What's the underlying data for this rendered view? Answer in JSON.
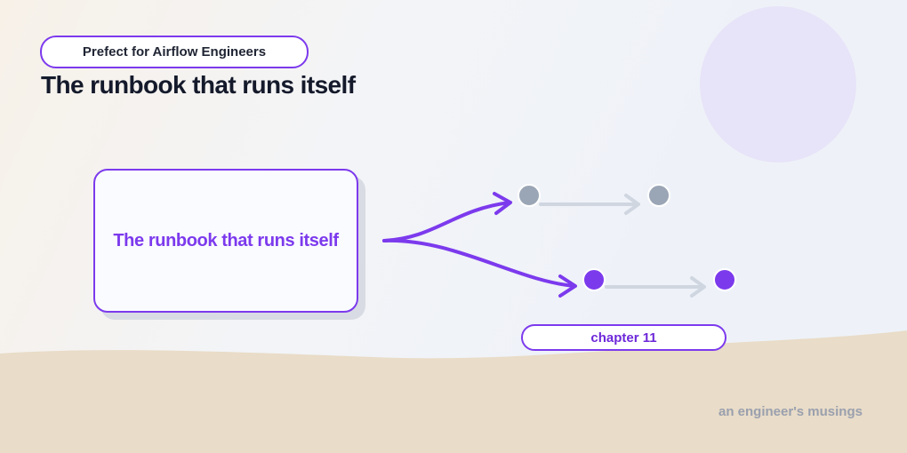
{
  "series_label": "Prefect for Airflow Engineers",
  "title": "The runbook that runs itself",
  "card": {
    "title": "The runbook that runs itself"
  },
  "chapter_label": "chapter 11",
  "footer": "an engineer's musings",
  "colors": {
    "accent": "#7c3aed",
    "title_text": "#141a2b",
    "sand": "#e9dcc8",
    "sun": "#e7e3f8",
    "node_gray": "#9aa5b5",
    "arrow_gray": "#cfd6e0",
    "footer_text": "#9aa0ae"
  },
  "icons": [
    "branch-arrow-icon",
    "flow-node-icon",
    "arrow-right-icon"
  ]
}
